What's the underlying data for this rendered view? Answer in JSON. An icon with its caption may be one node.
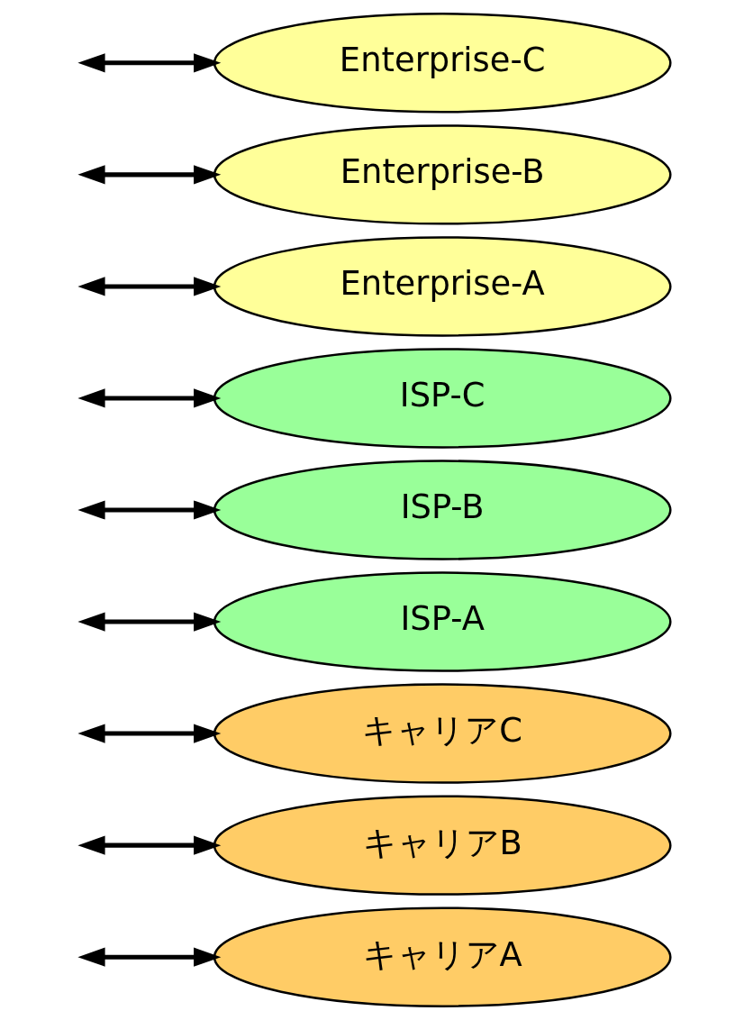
{
  "diagram": {
    "nodes": [
      {
        "text": [
          "キャリアA"
        ]
      },
      {
        "text": [
          "キャリアB"
        ]
      },
      {
        "text": [
          "キャリアC"
        ]
      },
      {
        "text": [
          "ISP-A"
        ]
      },
      {
        "text": [
          "ISP-B"
        ]
      },
      {
        "text": [
          "ISP-C"
        ]
      },
      {
        "text": [
          "Enterprise-A"
        ]
      },
      {
        "text": [
          "Enterprise-B"
        ]
      },
      {
        "text": [
          "Enterprise-C"
        ]
      }
    ],
    "edges": [
      {
        "from": null,
        "to": 0,
        "arrow": "both"
      },
      {
        "from": null,
        "to": 1,
        "arrow": "both"
      },
      {
        "from": null,
        "to": 2,
        "arrow": "both"
      },
      {
        "from": null,
        "to": 3,
        "arrow": "both"
      },
      {
        "from": null,
        "to": 4,
        "arrow": "both"
      },
      {
        "from": null,
        "to": 5,
        "arrow": "both"
      },
      {
        "from": null,
        "to": 6,
        "arrow": "both"
      },
      {
        "from": null,
        "to": 7,
        "arrow": "both"
      },
      {
        "from": null,
        "to": 8,
        "arrow": "both"
      }
    ]
  }
}
